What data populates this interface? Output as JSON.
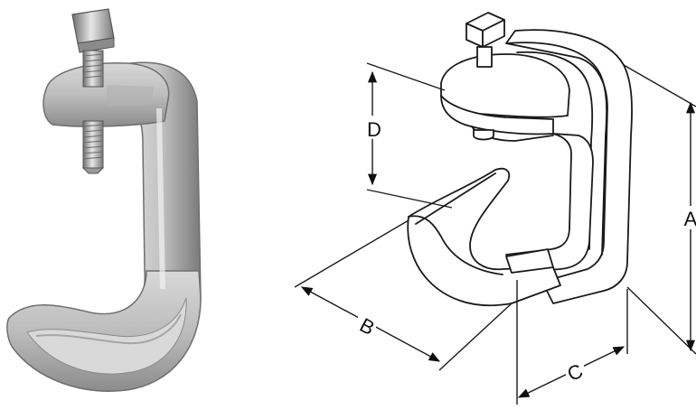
{
  "figure": {
    "photo_icon": "c-clamp-photo",
    "drawing_icon": "c-clamp-line-drawing",
    "dimensions": {
      "a": "A",
      "b": "B",
      "c": "C",
      "d": "D"
    },
    "colors": {
      "metal_light": "#e4e4e4",
      "metal_mid": "#b9b9b9",
      "metal_dark": "#7d7d7d",
      "line": "#1a1a1a"
    }
  }
}
